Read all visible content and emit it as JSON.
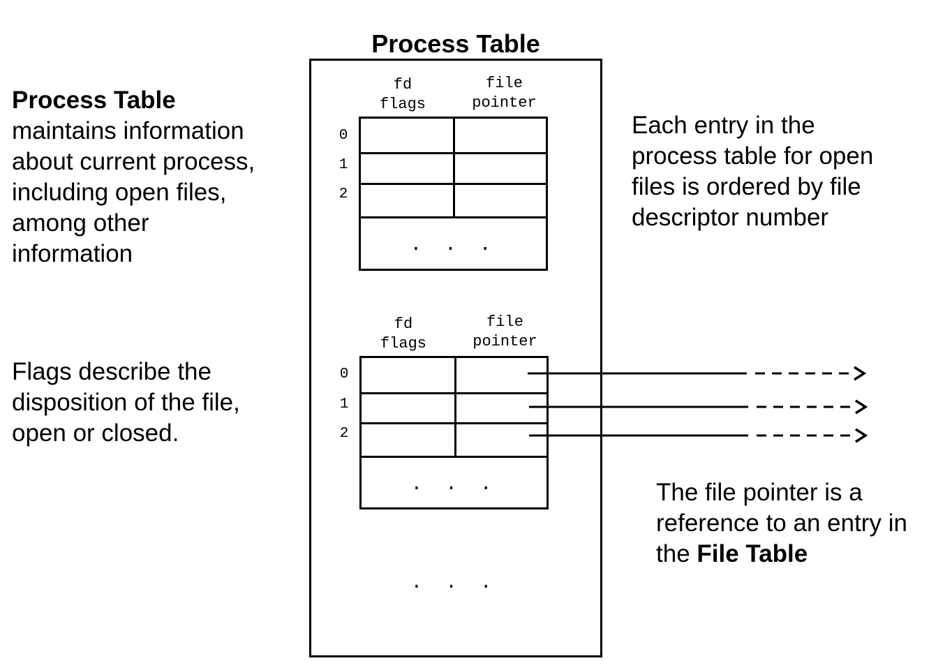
{
  "diagram_title": "Process Table",
  "left_top_note": {
    "heading": "Process Table",
    "lines": [
      "maintains information",
      "about current process,",
      "including open files,",
      "among other",
      "information"
    ]
  },
  "left_bottom_note": {
    "lines": [
      "Flags describe the",
      "disposition of the file,",
      "open or closed."
    ]
  },
  "right_top_note": {
    "lines": [
      "Each entry in the",
      "process table for open",
      "files is ordered by file",
      "descriptor number"
    ]
  },
  "right_bottom_note": {
    "line1": "The file pointer is a",
    "line2": "reference to an entry in",
    "line3_prefix": "the ",
    "line3_bold": "File Table"
  },
  "table_top": {
    "col1_label_l1": "fd",
    "col1_label_l2": "flags",
    "col2_label_l1": "file",
    "col2_label_l2": "pointer",
    "rows": [
      "0",
      "1",
      "2"
    ],
    "ellipsis": ". . ."
  },
  "table_bottom": {
    "col1_label_l1": "fd",
    "col1_label_l2": "flags",
    "col2_label_l1": "file",
    "col2_label_l2": "pointer",
    "rows": [
      "0",
      "1",
      "2"
    ],
    "ellipsis": ". . ."
  },
  "outer_ellipsis": ". . ."
}
